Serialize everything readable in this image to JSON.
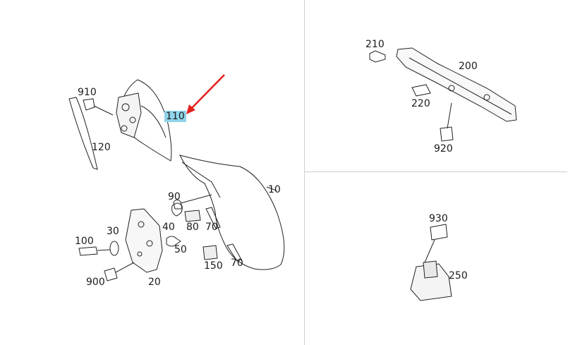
{
  "parts": {
    "p910": "910",
    "p120": "120",
    "p110": "110",
    "p10": "10",
    "p90": "90",
    "p40": "40",
    "p80": "80",
    "p70a": "70",
    "p70b": "70",
    "p30": "30",
    "p100": "100",
    "p50": "50",
    "p150": "150",
    "p900": "900",
    "p20": "20",
    "p210": "210",
    "p200": "200",
    "p220": "220",
    "p920": "920",
    "p930": "930",
    "p250": "250"
  },
  "highlighted_part": "110",
  "colors": {
    "highlight": "#8fd3ea",
    "arrow": "#e3211c",
    "line": "#222222"
  }
}
